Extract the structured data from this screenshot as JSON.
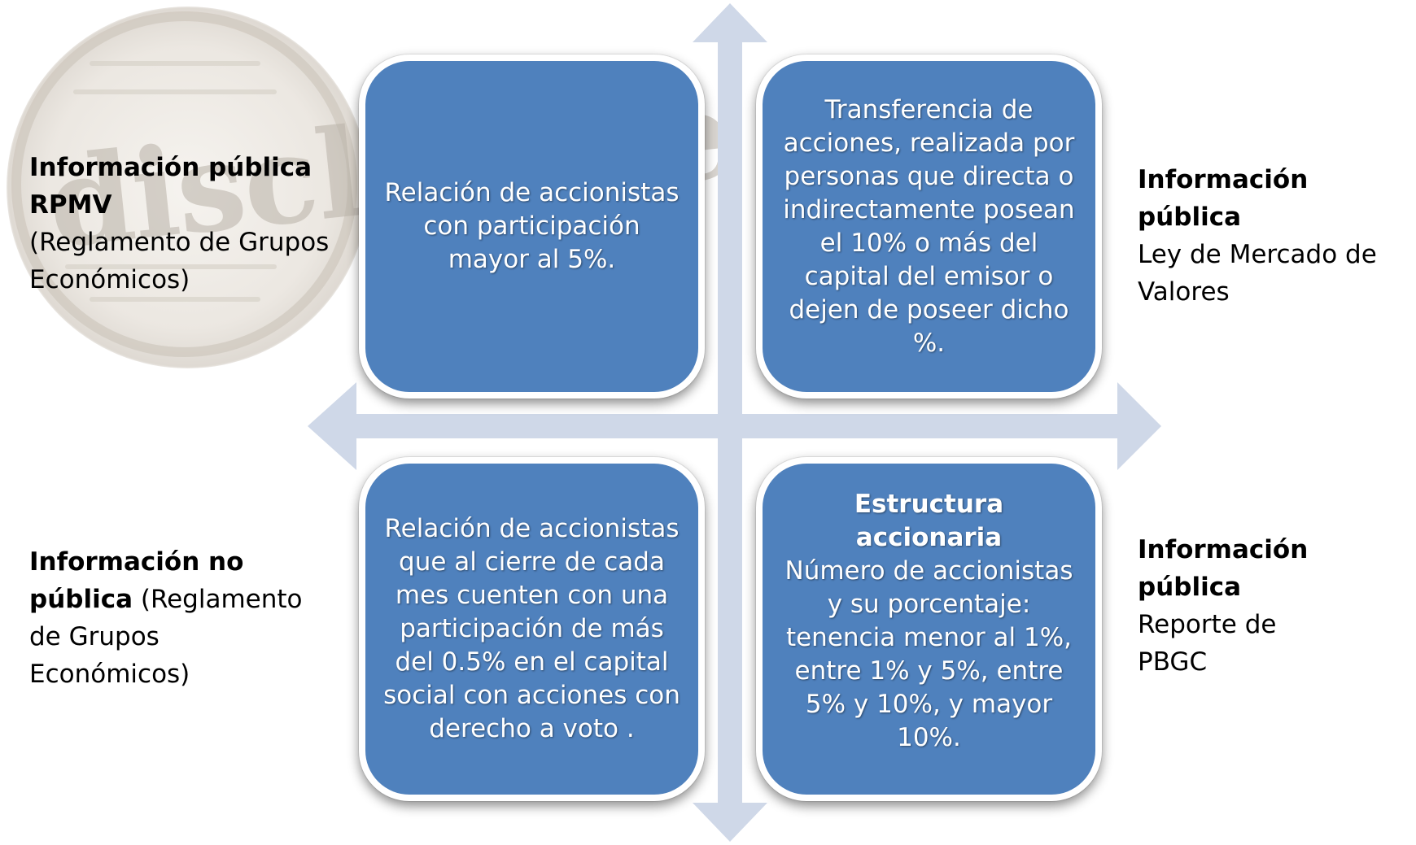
{
  "stamp": {
    "word": "disclosure"
  },
  "quadrants": {
    "top_left": {
      "text": "Relación de accionistas con participación mayor al 5%."
    },
    "top_right": {
      "text": "Transferencia de acciones, realizada por personas que directa o indirectamente posean el 10% o más del capital del emisor o dejen de poseer dicho %."
    },
    "bottom_left": {
      "text": "Relación de accionistas que al cierre de cada mes cuenten con una participación de más del 0.5% en el capital social con acciones con derecho a voto ."
    },
    "bottom_right": {
      "lead": "Estructura accionaria",
      "text": "Número de accionistas y su  porcentaje: tenencia menor al 1%, entre 1% y 5%, entre 5% y 10%, y mayor 10%."
    }
  },
  "labels": {
    "top_left": {
      "bold": "Información pública RPMV",
      "normal": "(Reglamento de Grupos Económicos)"
    },
    "top_right": {
      "bold": "Información pública",
      "normal": "Ley de Mercado de Valores"
    },
    "bottom_left": {
      "bold": "Información no pública",
      "normal": "(Reglamento de  Grupos Económicos)"
    },
    "bottom_right": {
      "bold": "Información pública",
      "normal": "Reporte de PBGC"
    }
  },
  "colors": {
    "box": "#4f81bd",
    "axis": "#cfd8e8"
  }
}
